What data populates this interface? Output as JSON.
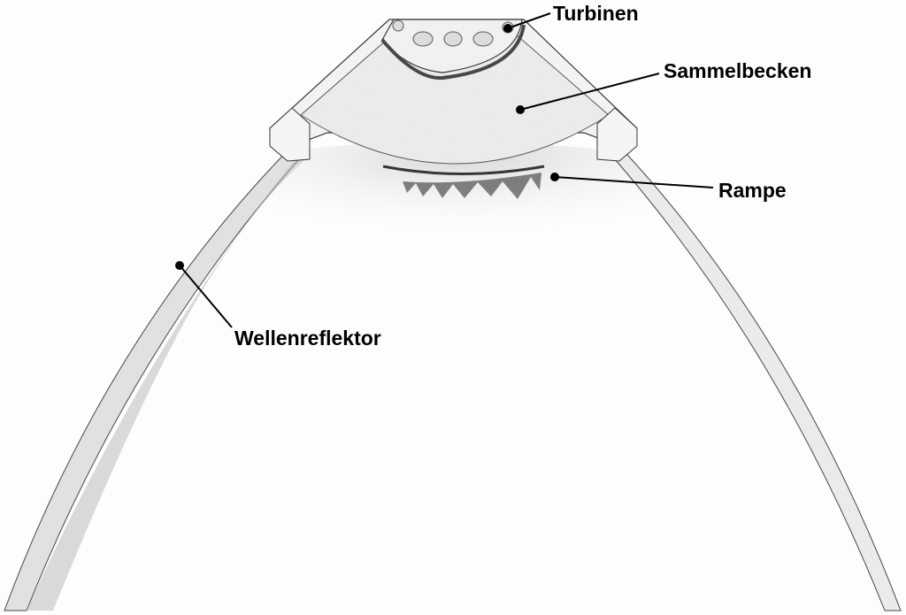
{
  "labels": {
    "turbinen": "Turbinen",
    "sammelbecken": "Sammelbecken",
    "rampe": "Rampe",
    "wellenreflektor": "Wellenreflektor"
  },
  "colors": {
    "ink": "#000000",
    "shade": "#8a8a8a",
    "light": "#e6e6e6"
  }
}
